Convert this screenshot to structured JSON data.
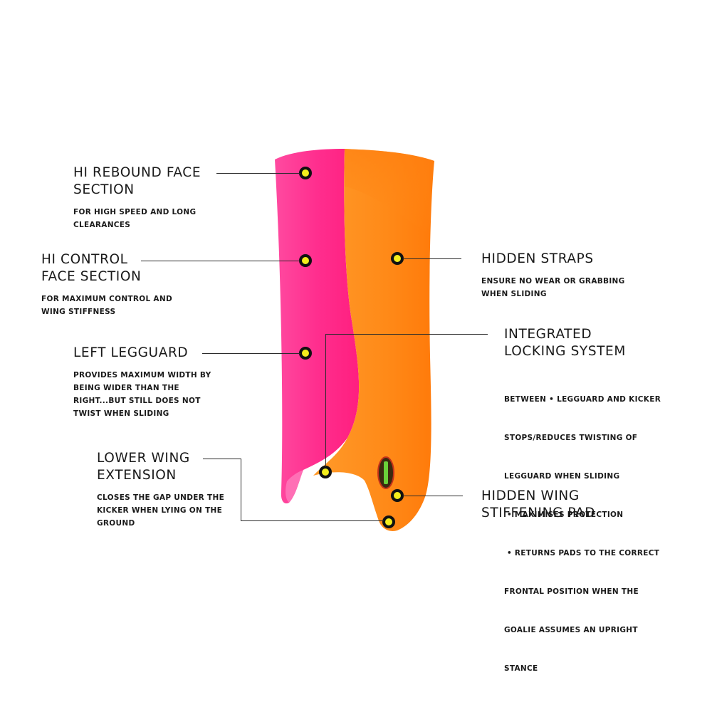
{
  "callouts": {
    "hi_rebound": {
      "title_1": "HI REBOUND FACE",
      "title_2": "SECTION",
      "desc_1": "FOR HIGH SPEED AND LONG",
      "desc_2": "CLEARANCES"
    },
    "hi_control": {
      "title_1": "HI CONTROL",
      "title_2": "FACE SECTION",
      "desc_1": "FOR MAXIMUM CONTROL AND",
      "desc_2": "WING STIFFNESS"
    },
    "left_legguard": {
      "title_1": "LEFT LEGGUARD",
      "desc_1": "PROVIDES MAXIMUM WIDTH BY",
      "desc_2": "BEING WIDER THAN THE",
      "desc_3": "RIGHT...BUT STILL DOES NOT",
      "desc_4": "TWIST WHEN SLIDING"
    },
    "lower_wing": {
      "title_1": "LOWER WING",
      "title_2": "EXTENSION",
      "desc_1": "CLOSES THE GAP UNDER THE",
      "desc_2": "KICKER WHEN LYING ON THE",
      "desc_3": "GROUND"
    },
    "hidden_straps": {
      "title_1": "HIDDEN STRAPS",
      "desc_1": "ENSURE NO WEAR OR GRABBING",
      "desc_2": "WHEN SLIDING"
    },
    "integrated_locking": {
      "title_1": "INTEGRATED",
      "title_2": "LOCKING SYSTEM",
      "desc_1": "BETWEEN • LEGGUARD AND KICKER",
      "desc_2": "STOPS/REDUCES TWISTING OF",
      "desc_3": "LEGGUARD WHEN SLIDING",
      "desc_4": " • MAXIMISES PROTECTION",
      "desc_5": " • RETURNS PADS TO THE CORRECT",
      "desc_6": "FRONTAL POSITION WHEN THE",
      "desc_7": "GOALIE ASSUMES AN UPRIGHT",
      "desc_8": "STANCE"
    },
    "hidden_wing_pad": {
      "title_1": "HIDDEN WING",
      "title_2": "STIFFENING PAD"
    }
  },
  "colors": {
    "pink": "#ff2d8f",
    "orange": "#ff8c1a",
    "marker_fill": "#f4ee1c",
    "marker_ring": "#111111"
  }
}
